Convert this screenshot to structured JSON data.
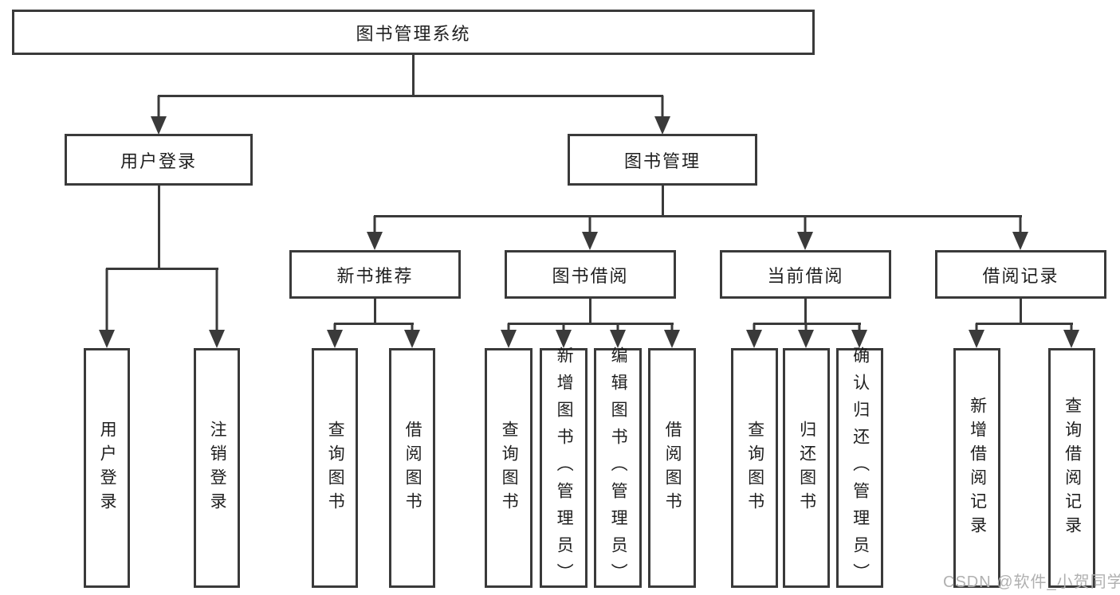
{
  "colors": {
    "background": "#ffffff",
    "line": "#3a3a3a",
    "box_border": "#3a3a3a",
    "box_fill": "#ffffff",
    "text": "#1f1f1f",
    "watermark": "#b0b0b0"
  },
  "watermark": {
    "text": "CSDN @软件_小贺同学"
  },
  "diagram": {
    "type": "tree",
    "root": {
      "label": "图书管理系统",
      "children": [
        {
          "label": "用户登录",
          "children": [
            {
              "label": "用户登录"
            },
            {
              "label": "注销登录"
            }
          ]
        },
        {
          "label": "图书管理",
          "children": [
            {
              "label": "新书推荐",
              "children": [
                {
                  "label": "查询图书"
                },
                {
                  "label": "借阅图书"
                }
              ]
            },
            {
              "label": "图书借阅",
              "children": [
                {
                  "label": "查询图书"
                },
                {
                  "label": "新增图书（管理员）"
                },
                {
                  "label": "编辑图书（管理员）"
                },
                {
                  "label": "借阅图书"
                }
              ]
            },
            {
              "label": "当前借阅",
              "children": [
                {
                  "label": "查询图书"
                },
                {
                  "label": "归还图书"
                },
                {
                  "label": "确认归还（管理员）"
                }
              ]
            },
            {
              "label": "借阅记录",
              "children": [
                {
                  "label": "新增借阅记录"
                },
                {
                  "label": "查询借阅记录"
                }
              ]
            }
          ]
        }
      ]
    }
  }
}
